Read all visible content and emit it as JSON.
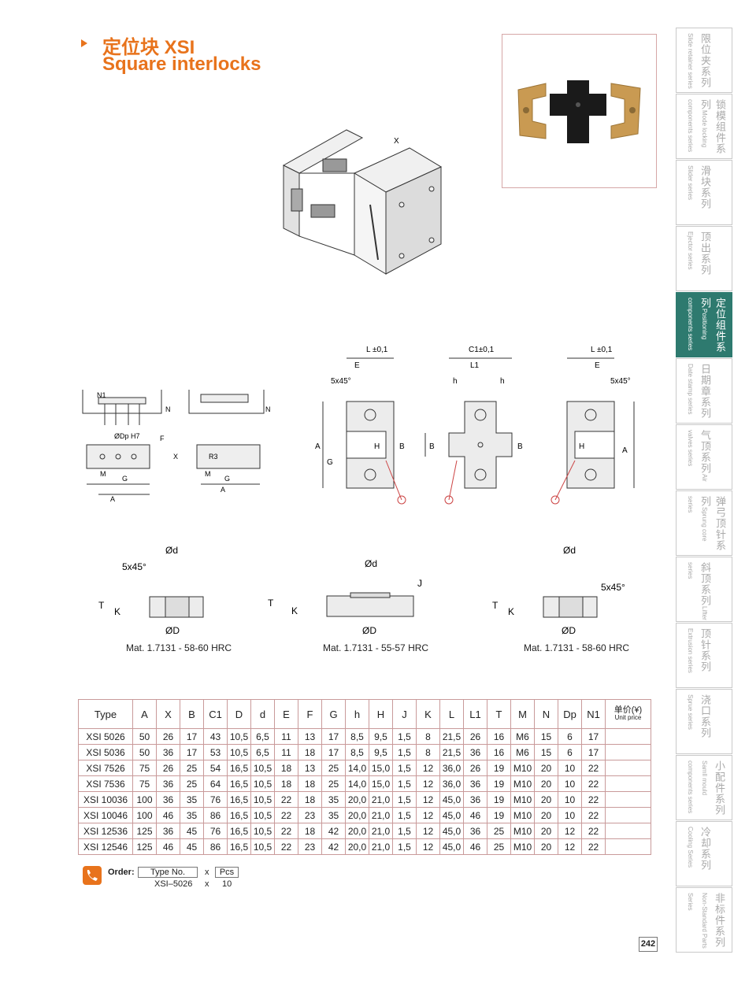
{
  "header": {
    "title_cn": "定位块 XSI",
    "title_en": "Square interlocks"
  },
  "sidebar": {
    "items": [
      {
        "cn": "限位夹系列",
        "en": "Slide retainer series",
        "active": false
      },
      {
        "cn": "锁模组件系列",
        "en": "Mode locking components series",
        "active": false
      },
      {
        "cn": "滑块系列",
        "en": "Slider series",
        "active": false
      },
      {
        "cn": "顶出系列",
        "en": "Ejector series",
        "active": false
      },
      {
        "cn": "定位组件系列",
        "en": "Positioning components series",
        "active": true
      },
      {
        "cn": "日期章系列",
        "en": "Date stamp series",
        "active": false
      },
      {
        "cn": "气顶系列",
        "en": "Air valves series",
        "active": false
      },
      {
        "cn": "弹弓顶针系列",
        "en": "Sprung core series",
        "active": false
      },
      {
        "cn": "斜顶系列",
        "en": "Lifter series",
        "active": false
      },
      {
        "cn": "顶针系列",
        "en": "Extrusion series",
        "active": false
      },
      {
        "cn": "浇口系列",
        "en": "Sprue series",
        "active": false
      },
      {
        "cn": "小配件系列",
        "en": "Samll mould components series",
        "active": false
      },
      {
        "cn": "冷却系列",
        "en": "Cooling Series",
        "active": false
      },
      {
        "cn": "非标件系列",
        "en": "Non-Standard Parts Series",
        "active": false
      }
    ],
    "page_number": "242"
  },
  "drawings": {
    "materials": [
      "Mat. 1.7131 - 58-60 HRC",
      "Mat. 1.7131 - 55-57 HRC",
      "Mat. 1.7131 - 58-60 HRC"
    ],
    "labels": {
      "L": "L ±0,1",
      "C1": "C1±0,1",
      "L1": "L1",
      "E": "E",
      "h": "h",
      "chamfer": "5x45°",
      "A": "A",
      "B": "B",
      "G": "G",
      "H": "H",
      "d": "Ød",
      "D": "ØD",
      "T": "T",
      "K": "K",
      "J": "J",
      "N1": "N1",
      "N": "N",
      "Dp": "ØDp H7",
      "X": "X",
      "F": "F",
      "M": "M",
      "R3": "R3",
      "X_top": "X"
    }
  },
  "table": {
    "headers": [
      "Type",
      "A",
      "X",
      "B",
      "C1",
      "D",
      "d",
      "E",
      "F",
      "G",
      "h",
      "H",
      "J",
      "K",
      "L",
      "L1",
      "T",
      "M",
      "N",
      "Dp",
      "N1"
    ],
    "unit_price_cn": "单价(¥)",
    "unit_price_en": "Unit price",
    "rows": [
      [
        "XSI 5026",
        "50",
        "26",
        "17",
        "43",
        "10,5",
        "6,5",
        "11",
        "13",
        "17",
        "8,5",
        "9,5",
        "1,5",
        "8",
        "21,5",
        "26",
        "16",
        "M6",
        "15",
        "6",
        "17"
      ],
      [
        "XSI 5036",
        "50",
        "36",
        "17",
        "53",
        "10,5",
        "6,5",
        "11",
        "18",
        "17",
        "8,5",
        "9,5",
        "1,5",
        "8",
        "21,5",
        "36",
        "16",
        "M6",
        "15",
        "6",
        "17"
      ],
      [
        "XSI 7526",
        "75",
        "26",
        "25",
        "54",
        "16,5",
        "10,5",
        "18",
        "13",
        "25",
        "14,0",
        "15,0",
        "1,5",
        "12",
        "36,0",
        "26",
        "19",
        "M10",
        "20",
        "10",
        "22"
      ],
      [
        "XSI 7536",
        "75",
        "36",
        "25",
        "64",
        "16,5",
        "10,5",
        "18",
        "18",
        "25",
        "14,0",
        "15,0",
        "1,5",
        "12",
        "36,0",
        "36",
        "19",
        "M10",
        "20",
        "10",
        "22"
      ],
      [
        "XSI 10036",
        "100",
        "36",
        "35",
        "76",
        "16,5",
        "10,5",
        "22",
        "18",
        "35",
        "20,0",
        "21,0",
        "1,5",
        "12",
        "45,0",
        "36",
        "19",
        "M10",
        "20",
        "10",
        "22"
      ],
      [
        "XSI 10046",
        "100",
        "46",
        "35",
        "86",
        "16,5",
        "10,5",
        "22",
        "23",
        "35",
        "20,0",
        "21,0",
        "1,5",
        "12",
        "45,0",
        "46",
        "19",
        "M10",
        "20",
        "10",
        "22"
      ],
      [
        "XSI 12536",
        "125",
        "36",
        "45",
        "76",
        "16,5",
        "10,5",
        "22",
        "18",
        "42",
        "20,0",
        "21,0",
        "1,5",
        "12",
        "45,0",
        "36",
        "25",
        "M10",
        "20",
        "12",
        "22"
      ],
      [
        "XSI 12546",
        "125",
        "46",
        "45",
        "86",
        "16,5",
        "10,5",
        "22",
        "23",
        "42",
        "20,0",
        "21,0",
        "1,5",
        "12",
        "45,0",
        "46",
        "25",
        "M10",
        "20",
        "12",
        "22"
      ]
    ]
  },
  "order": {
    "label": "Order:",
    "col1": "Type No.",
    "x": "x",
    "col2": "Pcs",
    "example_type": "XSI–5026",
    "example_qty": "10"
  }
}
